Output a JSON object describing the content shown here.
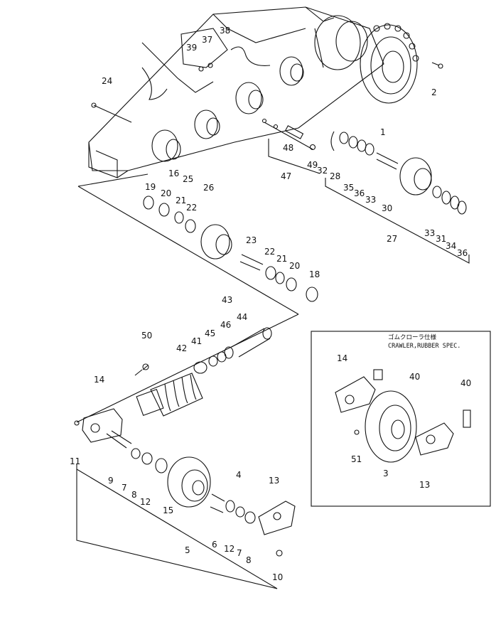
{
  "inset": {
    "title_jp": "ゴムクローラ仕様",
    "title_en": "CRAWLER,RUBBER SPEC."
  },
  "callouts": {
    "p1": "1",
    "p2": "2",
    "p3": "3",
    "p4": "4",
    "p5": "5",
    "p6": "6",
    "p7": "7",
    "p7b": "7",
    "p8": "8",
    "p8b": "8",
    "p9": "9",
    "p10": "10",
    "p11": "11",
    "p12": "12",
    "p12b": "12",
    "p13": "13",
    "p13b": "13",
    "p14": "14",
    "p14b": "14",
    "p15": "15",
    "p16": "16",
    "p18": "18",
    "p19": "19",
    "p20": "20",
    "p20b": "20",
    "p21": "21",
    "p21b": "21",
    "p22": "22",
    "p22b": "22",
    "p23": "23",
    "p24": "24",
    "p25": "25",
    "p26": "26",
    "p27": "27",
    "p28": "28",
    "p30": "30",
    "p31": "31",
    "p32": "32",
    "p33": "33",
    "p33b": "33",
    "p34": "34",
    "p35": "35",
    "p36": "36",
    "p36b": "36",
    "p37": "37",
    "p38": "38",
    "p39": "39",
    "p40": "40",
    "p40b": "40",
    "p41": "41",
    "p42": "42",
    "p43": "43",
    "p44": "44",
    "p45": "45",
    "p46": "46",
    "p47": "47",
    "p48": "48",
    "p49": "49",
    "p50": "50",
    "p51": "51"
  }
}
